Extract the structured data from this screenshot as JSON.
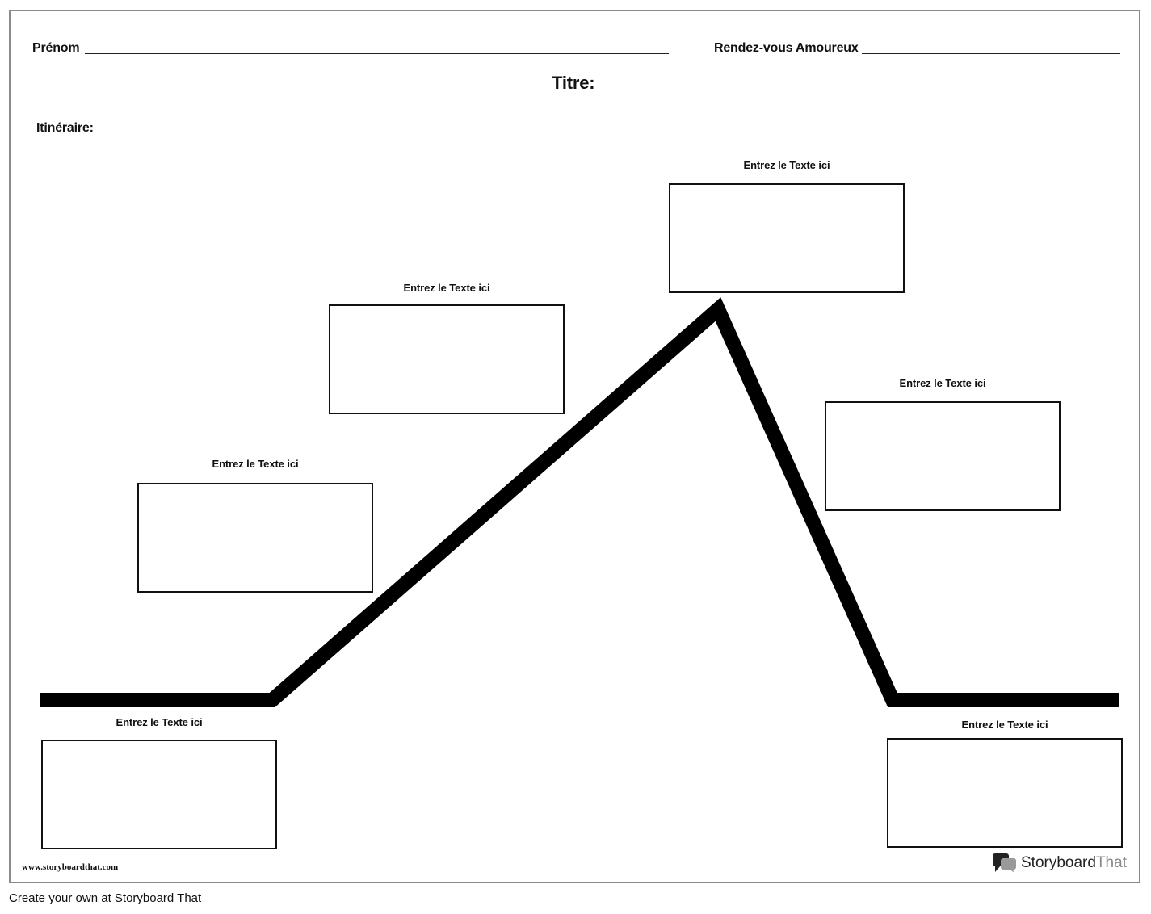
{
  "header": {
    "name_label": "Prénom",
    "date_label": "Rendez-vous Amoureux",
    "title_label": "Titre:",
    "itinerary_label": "Itinéraire:"
  },
  "boxes": [
    {
      "title": "Entrez le Texte ici"
    },
    {
      "title": "Entrez le Texte ici"
    },
    {
      "title": "Entrez le Texte ici"
    },
    {
      "title": "Entrez le Texte ici"
    },
    {
      "title": "Entrez le Texte ici"
    },
    {
      "title": "Entrez le Texte ici"
    }
  ],
  "watermark": {
    "url": "www.storyboardthat.com",
    "logo_main": "Storyboard",
    "logo_light": "That"
  },
  "footer": {
    "text": "Create your own at Storyboard That"
  },
  "colors": {
    "line": "#000000",
    "border": "#8a8a8a"
  }
}
